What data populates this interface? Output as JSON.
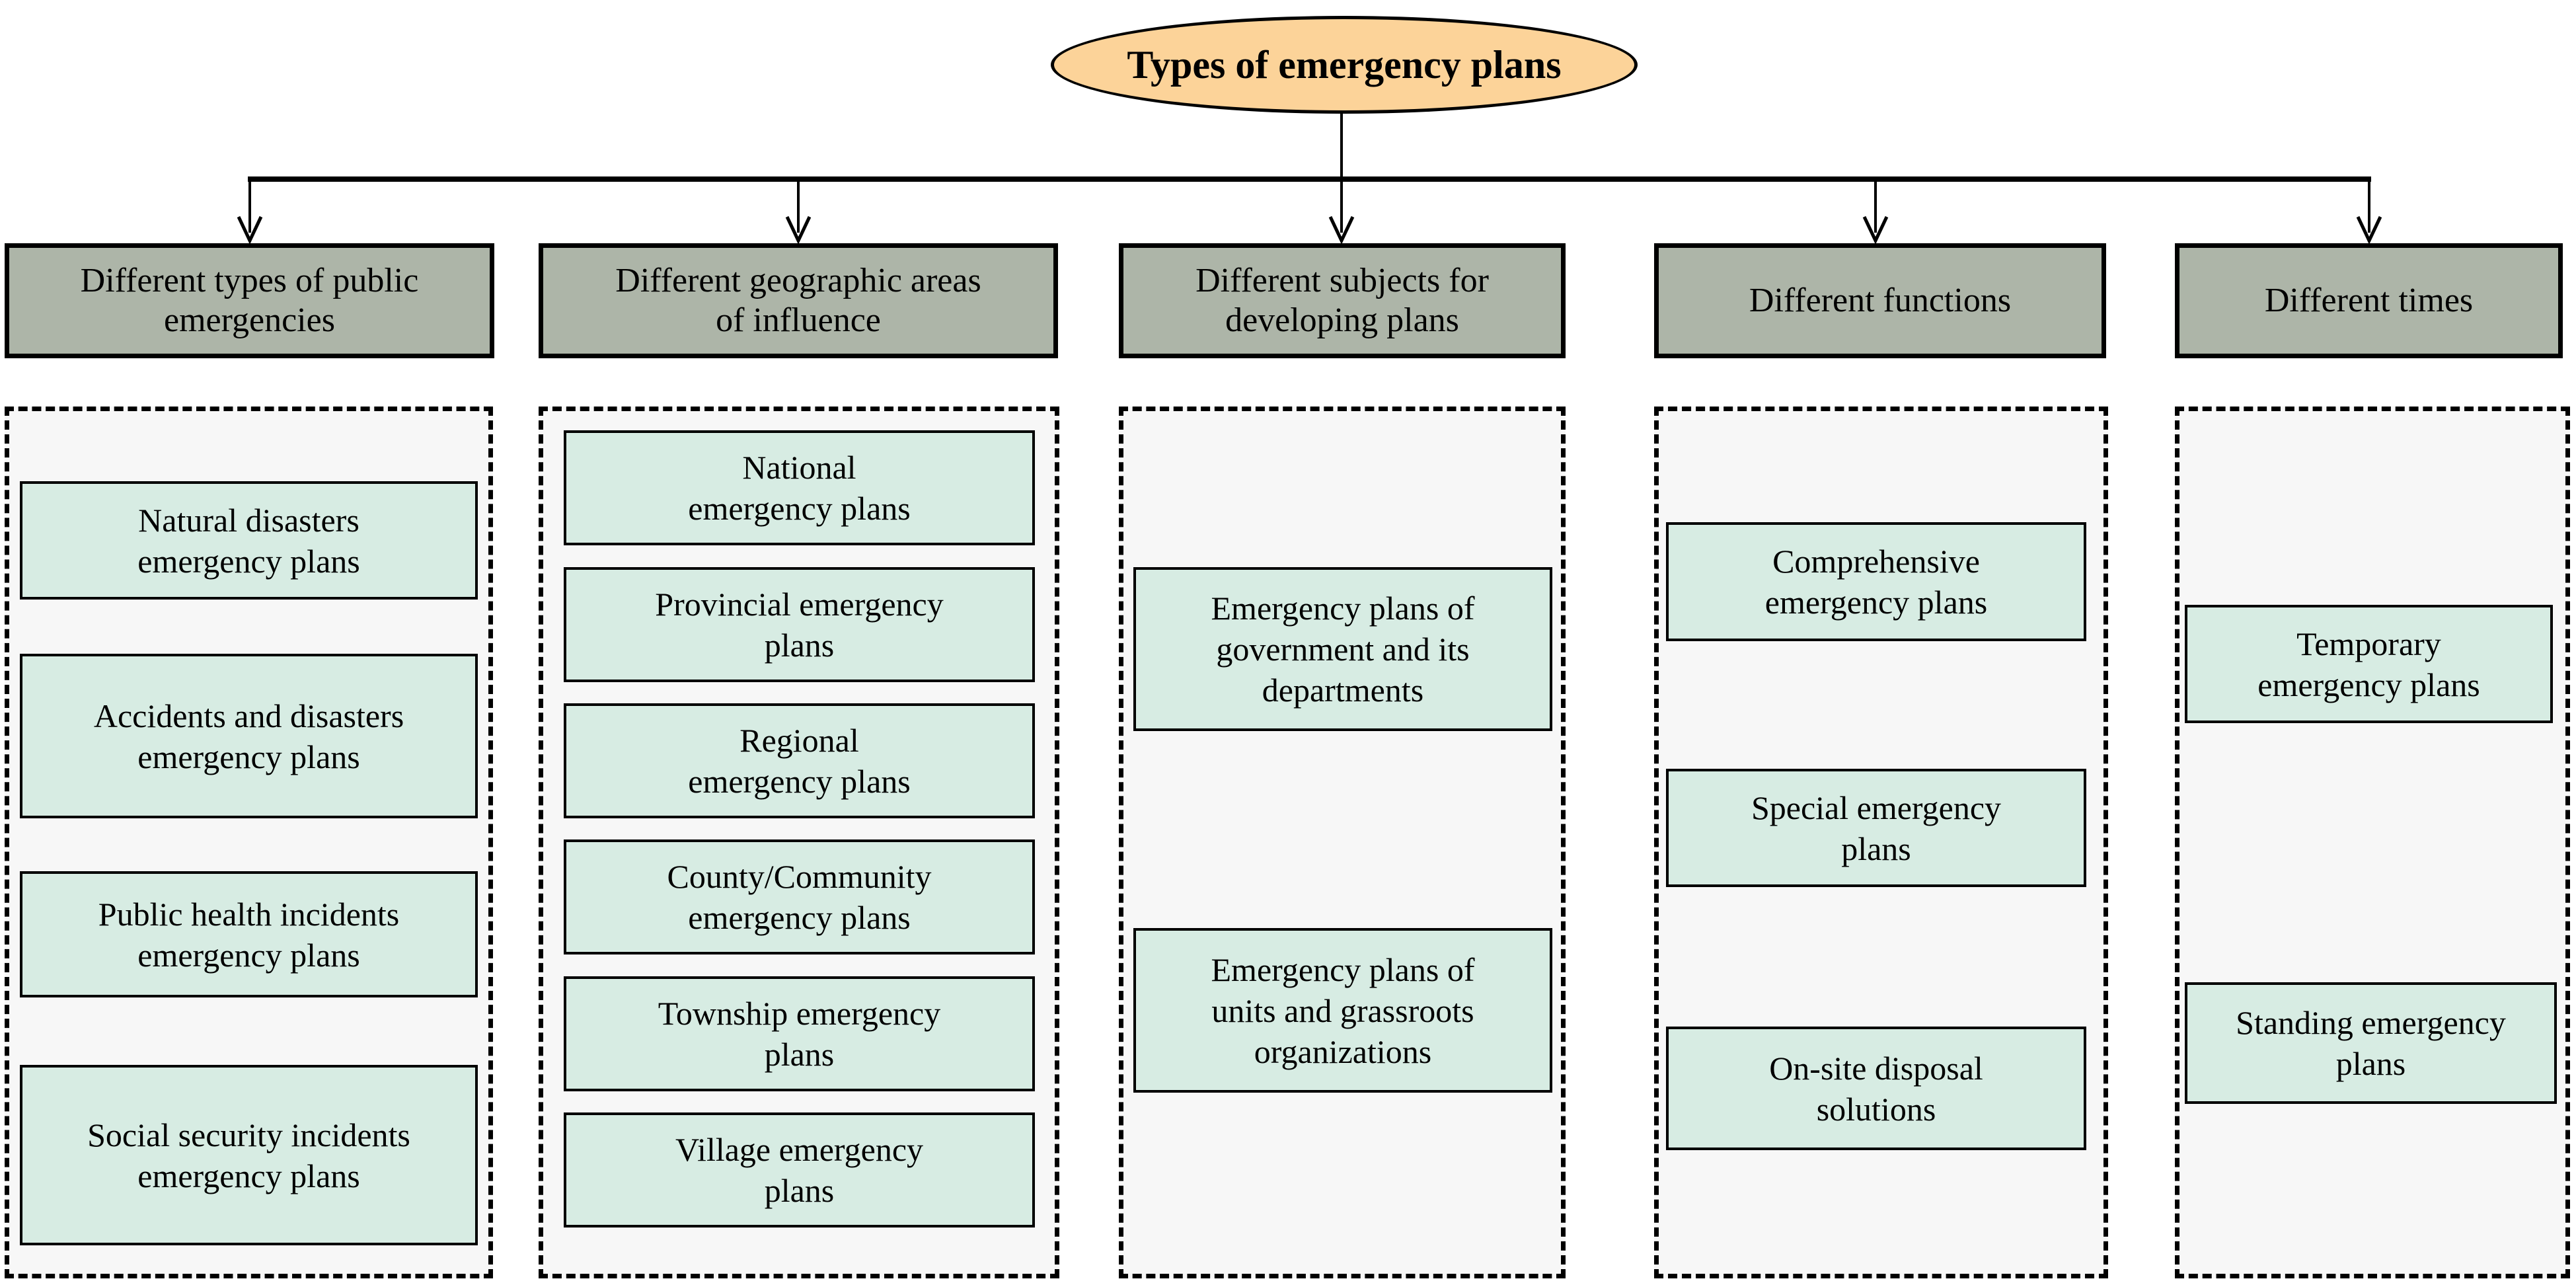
{
  "title": "Types of emergency plans",
  "colors": {
    "root_fill": "#fcd399",
    "header_fill": "#adb5a8",
    "item_fill": "#d7ece3",
    "panel_bg": "#f7f7f7",
    "line": "#000000"
  },
  "columns": [
    {
      "header": "Different types of public\nemergencies",
      "items": [
        "Natural disasters\nemergency plans",
        "Accidents and disasters\nemergency plans",
        "Public health incidents\nemergency plans",
        "Social security incidents\nemergency plans"
      ]
    },
    {
      "header": "Different geographic areas\nof influence",
      "items": [
        "National\nemergency plans",
        "Provincial emergency\nplans",
        "Regional\nemergency plans",
        "County/Community\nemergency plans",
        "Township emergency\nplans",
        "Village emergency\nplans"
      ]
    },
    {
      "header": "Different subjects for\ndeveloping plans",
      "items": [
        "Emergency plans of\ngovernment and its\ndepartments",
        "Emergency plans of\nunits and grassroots\norganizations"
      ]
    },
    {
      "header": "Different functions",
      "items": [
        "Comprehensive\nemergency plans",
        "Special emergency\nplans",
        "On-site disposal\nsolutions"
      ]
    },
    {
      "header": "Different times",
      "items": [
        "Temporary\nemergency plans",
        "Standing emergency\nplans"
      ]
    }
  ]
}
